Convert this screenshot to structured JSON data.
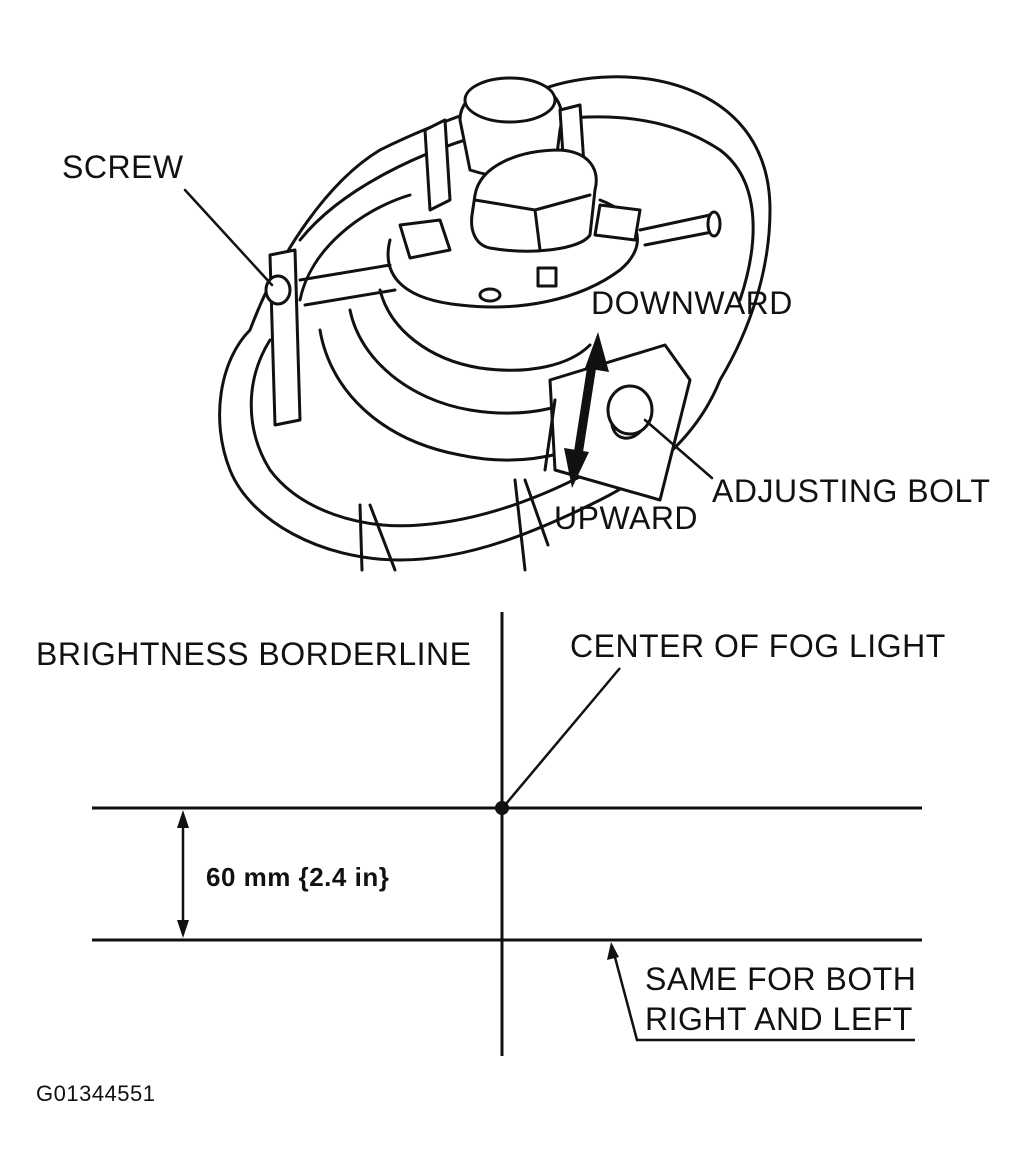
{
  "labels": {
    "screw": "SCREW",
    "downward": "DOWNWARD",
    "upward": "UPWARD",
    "adjusting_bolt": "ADJUSTING BOLT",
    "brightness_borderline": "BRIGHTNESS BORDERLINE",
    "center_of_fog_light": "CENTER OF FOG LIGHT",
    "distance": "60 mm {2.4 in}",
    "same_for_both_line1": "SAME FOR BOTH",
    "same_for_both_line2": "RIGHT AND LEFT",
    "figure_id": "G01344551"
  },
  "colors": {
    "ink": "#111111",
    "background": "#ffffff"
  }
}
